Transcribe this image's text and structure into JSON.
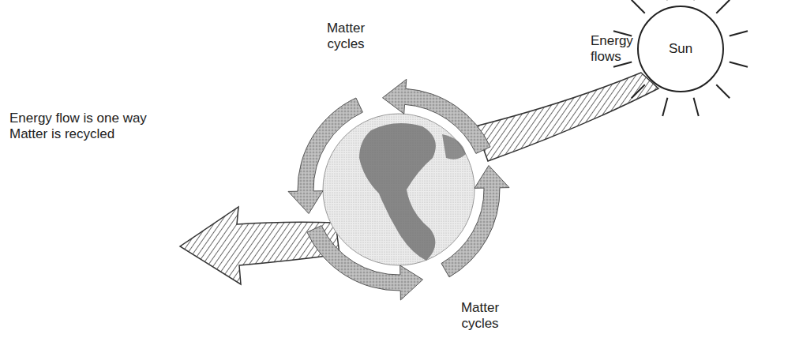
{
  "diagram": {
    "nodes": [
      {
        "text": [
          "Sun"
        ]
      }
    ],
    "labels": [
      "Matter cycles",
      "Energy flows",
      "Energy flow is one way",
      "Matter is recycled",
      "Matter cycles"
    ]
  }
}
